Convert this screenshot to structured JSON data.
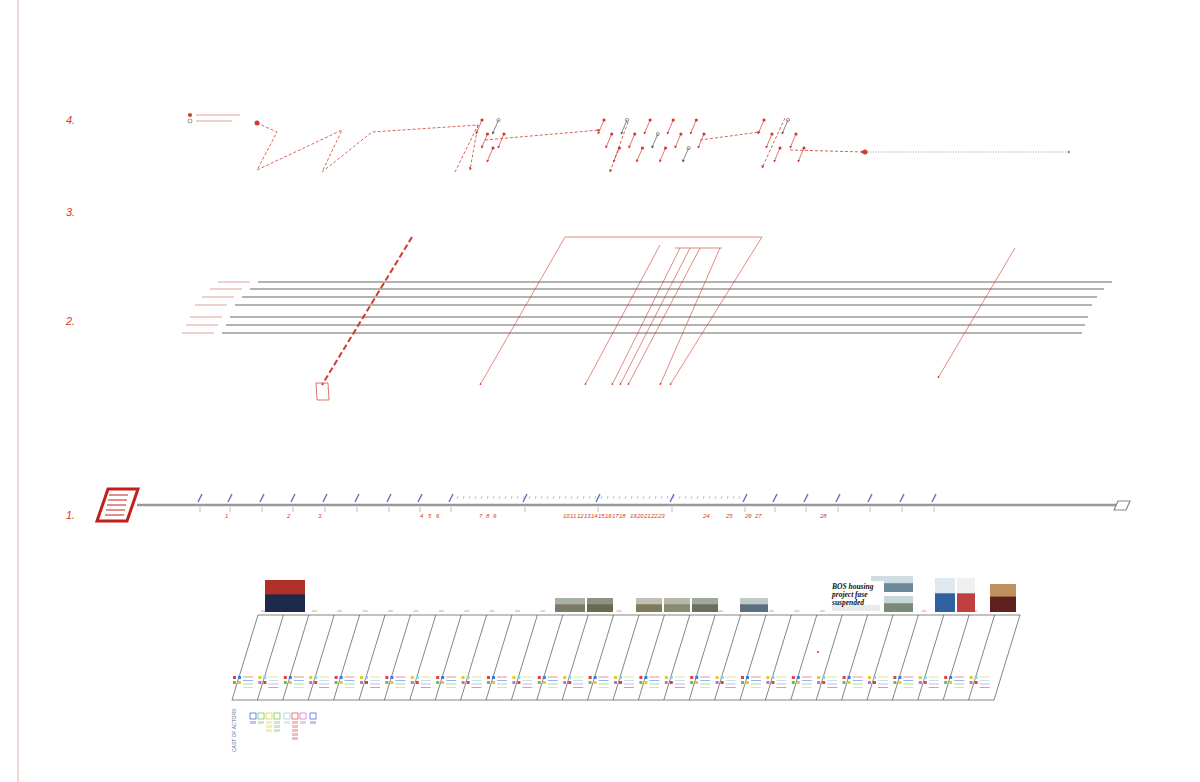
{
  "diagram": {
    "labels": [
      "4.",
      "3.",
      "2.",
      "1.",
      "1",
      "2",
      "3",
      "4",
      "5",
      "6",
      "7",
      "8",
      "9",
      "10",
      "11",
      "12",
      "13",
      "14",
      "15",
      "16",
      "17",
      "18",
      "19",
      "20",
      "21",
      "22",
      "23",
      "24",
      "25",
      "26",
      "27",
      "28",
      "BOS housing project fase suspended",
      "CAST OF ACTORS"
    ]
  }
}
